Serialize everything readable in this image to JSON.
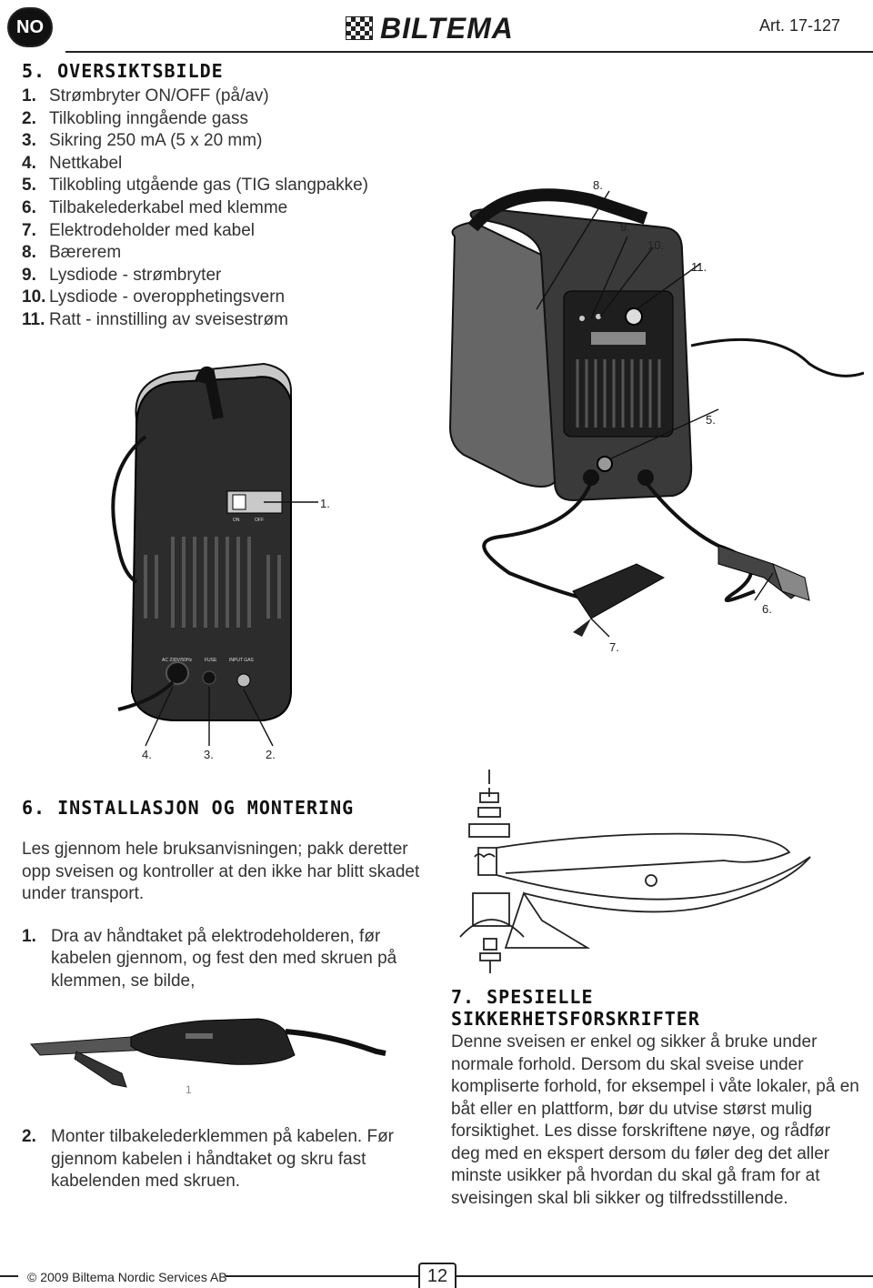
{
  "header": {
    "lang": "NO",
    "brand": "BILTEMA",
    "article": "Art. 17-127"
  },
  "section5": {
    "title": "5. OVERSIKTSBILDE",
    "items": [
      {
        "n": "1.",
        "text": "Strømbryter ON/OFF (på/av)"
      },
      {
        "n": "2.",
        "text": "Tilkobling inngående gass"
      },
      {
        "n": "3.",
        "text": "Sikring 250 mA (5 x 20 mm)"
      },
      {
        "n": "4.",
        "text": "Nettkabel"
      },
      {
        "n": "5.",
        "text": "Tilkobling utgående gas (TIG slangpakke)"
      },
      {
        "n": "6.",
        "text": "Tilbakelederkabel med klemme"
      },
      {
        "n": "7.",
        "text": "Elektrodeholder med kabel"
      },
      {
        "n": "8.",
        "text": "Bærerem"
      },
      {
        "n": "9.",
        "text": "Lysdiode - strømbryter"
      },
      {
        "n": "10.",
        "text": "Lysdiode - overopphetingsvern"
      },
      {
        "n": "11.",
        "text": "Ratt - innstilling av sveisestrøm"
      }
    ]
  },
  "figure": {
    "callouts": {
      "c8": "8.",
      "c9": "9.",
      "c10": "10.",
      "c11": "11.",
      "c5": "5.",
      "c1": "1.",
      "c6": "6.",
      "c7": "7.",
      "c4": "4.",
      "c3": "3.",
      "c2": "2."
    },
    "rear_labels": {
      "on": "ON",
      "off": "OFF",
      "ac": "AC 230V/50Hz",
      "fuse": "FUSE",
      "input": "INPUT GAS"
    }
  },
  "section6": {
    "title": "6. INSTALLASJON OG MONTERING",
    "intro": "Les gjennom hele bruksanvisningen; pakk deretter opp sveisen og kontroller at den ikke har blitt skadet under transport.",
    "step1_n": "1.",
    "step1": "Dra av håndtaket på elektrodeholderen, før kabelen gjennom, og fest den med skruen på klemmen, se bilde,",
    "holder_mark": "1",
    "step2_n": "2.",
    "step2": "Monter tilbakelederklemmen på kabelen. Før gjennom kabelen i håndtaket og skru fast kabelenden med skruen."
  },
  "section7": {
    "title_line1": "7. SPESIELLE",
    "title_line2": "SIKKERHETSFORSKRIFTER",
    "body": "Denne sveisen er enkel og sikker å bruke under normale forhold. Dersom du skal sveise under kompliserte forhold, for eksempel i våte lokaler, på en båt eller en plattform, bør du utvise størst mulig forsiktighet. Les disse forskriftene nøye, og rådfør deg med en ekspert dersom du føler deg det aller minste usikker på hvordan du skal gå fram for at sveisingen skal bli sikker og tilfredsstillende."
  },
  "footer": {
    "copyright": "© 2009 Biltema Nordic Services AB",
    "page": "12"
  }
}
